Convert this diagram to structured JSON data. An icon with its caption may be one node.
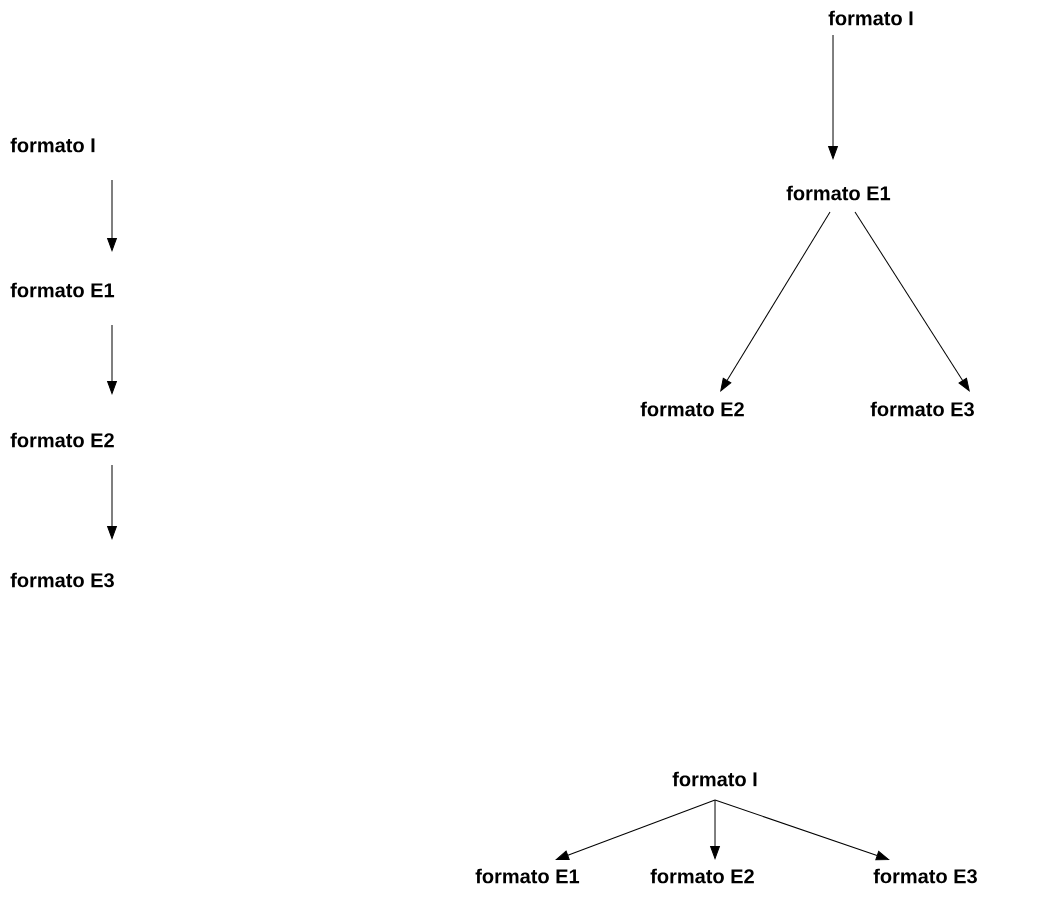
{
  "diagram": {
    "nodes": [
      {
        "text": [
          "formato I"
        ]
      },
      {
        "text": [
          "formato E1"
        ]
      },
      {
        "text": [
          "formato E2"
        ]
      },
      {
        "text": [
          "formato E3"
        ]
      },
      {
        "text": [
          "formato I"
        ]
      },
      {
        "text": [
          "formato E1"
        ]
      },
      {
        "text": [
          "formato E2"
        ]
      },
      {
        "text": [
          "formato E3"
        ]
      },
      {
        "text": [
          "formato I"
        ]
      },
      {
        "text": [
          "formato E1"
        ]
      },
      {
        "text": [
          "formato E2"
        ]
      },
      {
        "text": [
          "formato E3"
        ]
      }
    ],
    "edges": [
      {
        "from": 0,
        "to": 1,
        "arrow": "to"
      },
      {
        "from": 1,
        "to": 2,
        "arrow": "to"
      },
      {
        "from": 2,
        "to": 3,
        "arrow": "to"
      },
      {
        "from": 4,
        "to": 5,
        "arrow": "to"
      },
      {
        "from": 5,
        "to": 6,
        "arrow": "to"
      },
      {
        "from": 5,
        "to": 7,
        "arrow": "to"
      },
      {
        "from": 8,
        "to": 9,
        "arrow": "to"
      },
      {
        "from": 8,
        "to": 10,
        "arrow": "to"
      },
      {
        "from": 8,
        "to": 11,
        "arrow": "to"
      }
    ]
  }
}
